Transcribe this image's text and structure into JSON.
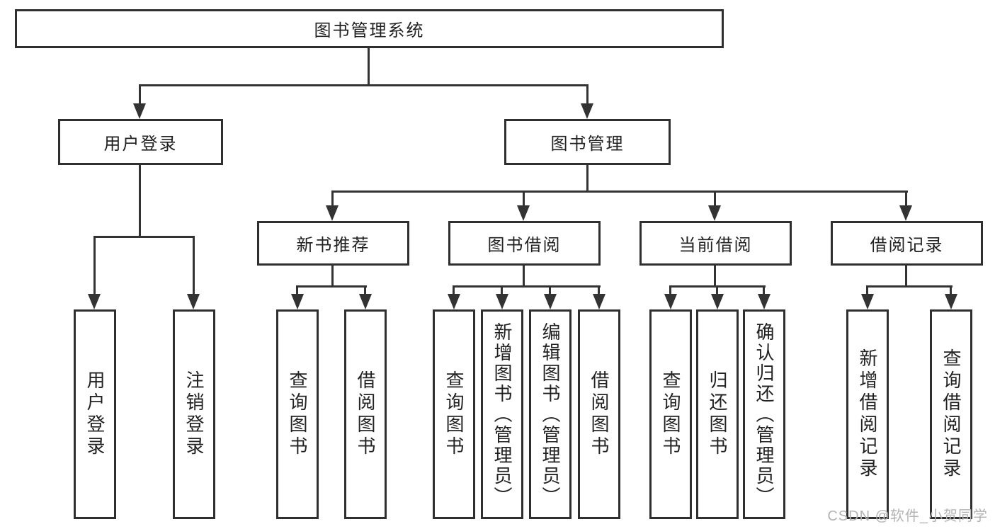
{
  "diagram": {
    "title": "图书管理系统",
    "branches": [
      {
        "label": "用户登录",
        "children": [
          {
            "label": "用户登录"
          },
          {
            "label": "注销登录"
          }
        ]
      },
      {
        "label": "图书管理",
        "children": [
          {
            "label": "新书推荐",
            "children": [
              {
                "label": "查询图书"
              },
              {
                "label": "借阅图书"
              }
            ]
          },
          {
            "label": "图书借阅",
            "children": [
              {
                "label": "查询图书"
              },
              {
                "label": "新增图书（管理员）"
              },
              {
                "label": "编辑图书（管理员）"
              },
              {
                "label": "借阅图书"
              }
            ]
          },
          {
            "label": "当前借阅",
            "children": [
              {
                "label": "查询图书"
              },
              {
                "label": "归还图书"
              },
              {
                "label": "确认归还（管理员）"
              }
            ]
          },
          {
            "label": "借阅记录",
            "children": [
              {
                "label": "新增借阅记录"
              },
              {
                "label": "查询借阅记录"
              }
            ]
          }
        ]
      }
    ]
  },
  "watermark": {
    "text": "CSDN @软件_小贺同学"
  },
  "colors": {
    "line": "#333333",
    "box_border": "#2f2f2f",
    "text": "#222222",
    "watermark": "#b3b3b3",
    "background": "#ffffff"
  }
}
